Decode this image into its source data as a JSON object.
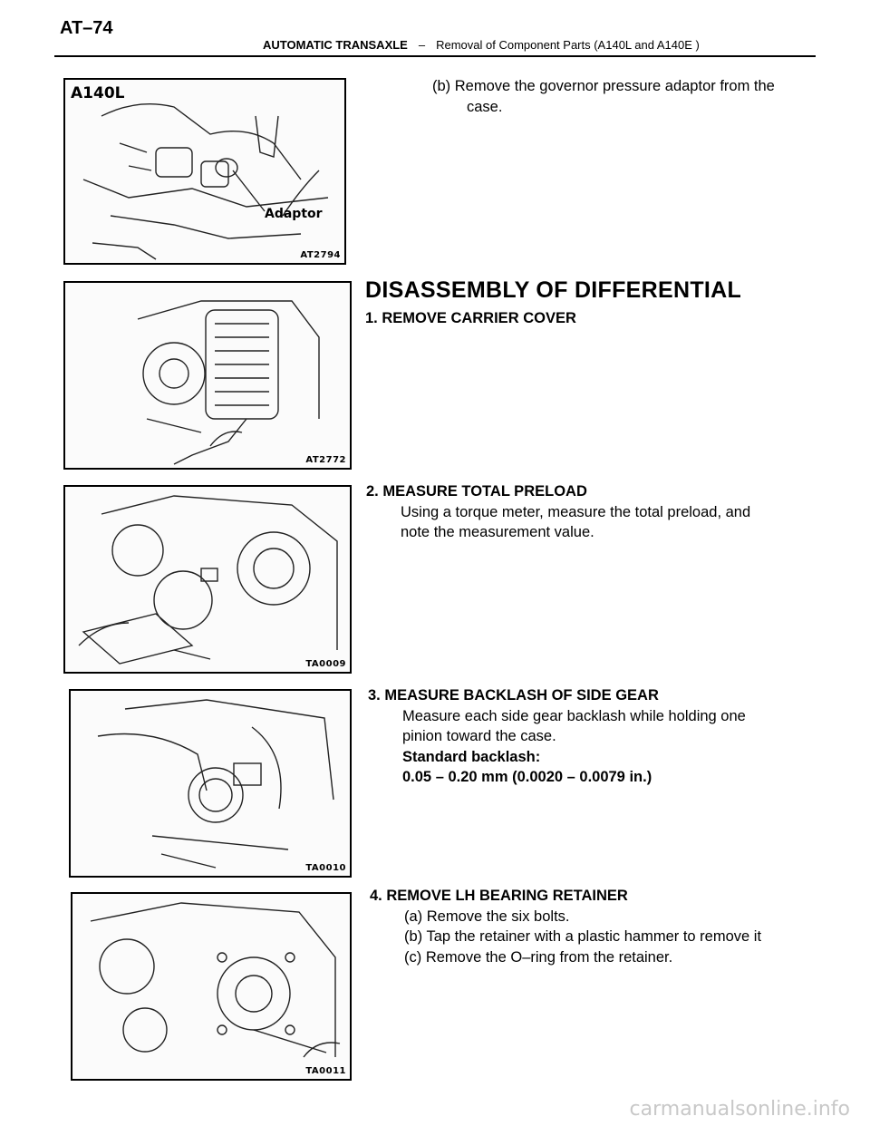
{
  "header": {
    "page_number": "AT–74",
    "section": "AUTOMATIC TRANSAXLE",
    "separator": "–",
    "subsection": "Removal of Component Parts (A140L and A140E )"
  },
  "figures": [
    {
      "code": "AT2794",
      "tag": "A140L",
      "callout": "Adaptor"
    },
    {
      "code": "AT2772"
    },
    {
      "code": "TA0009"
    },
    {
      "code": "TA0010"
    },
    {
      "code": "TA0011"
    }
  ],
  "step_b": {
    "line1": "(b) Remove the governor pressure adaptor from the",
    "line2": "case."
  },
  "section_title": "DISASSEMBLY OF DIFFERENTIAL",
  "steps": [
    {
      "heading": "1. REMOVE CARRIER COVER"
    },
    {
      "heading": "2. MEASURE TOTAL PRELOAD",
      "lines": [
        "Using a torque meter, measure the total preload, and",
        "note the measurement value."
      ]
    },
    {
      "heading": "3. MEASURE BACKLASH OF SIDE GEAR",
      "lines": [
        "Measure each side gear backlash while holding one",
        "pinion toward the case."
      ],
      "spec_label": "Standard backlash:",
      "spec_value": "0.05 – 0.20 mm (0.0020 – 0.0079 in.)"
    },
    {
      "heading": "4. REMOVE LH BEARING RETAINER",
      "lines": [
        "(a) Remove the six bolts.",
        "(b) Tap the retainer with a plastic hammer to remove it",
        "(c) Remove the O–ring from the retainer."
      ]
    }
  ],
  "watermark": "carmanualsonline.info"
}
